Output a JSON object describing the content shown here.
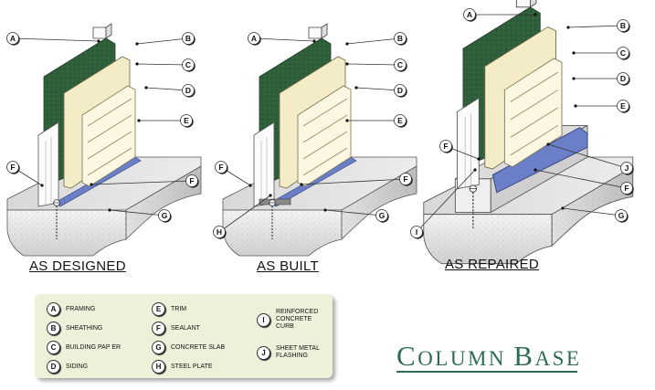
{
  "captions": {
    "designed": "AS DESIGNED",
    "built": "AS BUILT",
    "repaired": "AS REPAIRED"
  },
  "callouts": {
    "designed": [
      "A",
      "B",
      "C",
      "D",
      "E",
      "F",
      "F",
      "G"
    ],
    "built": [
      "A",
      "B",
      "C",
      "D",
      "E",
      "F",
      "F",
      "G",
      "H"
    ],
    "repaired": [
      "A",
      "B",
      "C",
      "D",
      "E",
      "F",
      "F",
      "G",
      "I",
      "J"
    ]
  },
  "legend": [
    {
      "letter": "A",
      "text": "Framing"
    },
    {
      "letter": "B",
      "text": "Sheathing"
    },
    {
      "letter": "C",
      "text": "Building Pap er"
    },
    {
      "letter": "D",
      "text": "Siding"
    },
    {
      "letter": "E",
      "text": "Trim"
    },
    {
      "letter": "F",
      "text": "Sealant"
    },
    {
      "letter": "G",
      "text": "Concrete Slab"
    },
    {
      "letter": "H",
      "text": "Steel Plate"
    },
    {
      "letter": "I",
      "text": "Reinforced\nConcrete\nCurb"
    },
    {
      "letter": "J",
      "text": "Sheet Metal\nFlashing"
    }
  ],
  "title": {
    "first_initial": "C",
    "first_rest": "OLUMN",
    "second_initial": "B",
    "second_rest": "ASE"
  },
  "colors": {
    "paper": "#2e5e3a",
    "sheathing": "#f3ecc6",
    "siding": "#fbf7e3",
    "concrete": "#e9e9e9",
    "flashing": "#6a7fc8",
    "title": "#2f6b52",
    "legend_bg": "#eef1d9"
  }
}
